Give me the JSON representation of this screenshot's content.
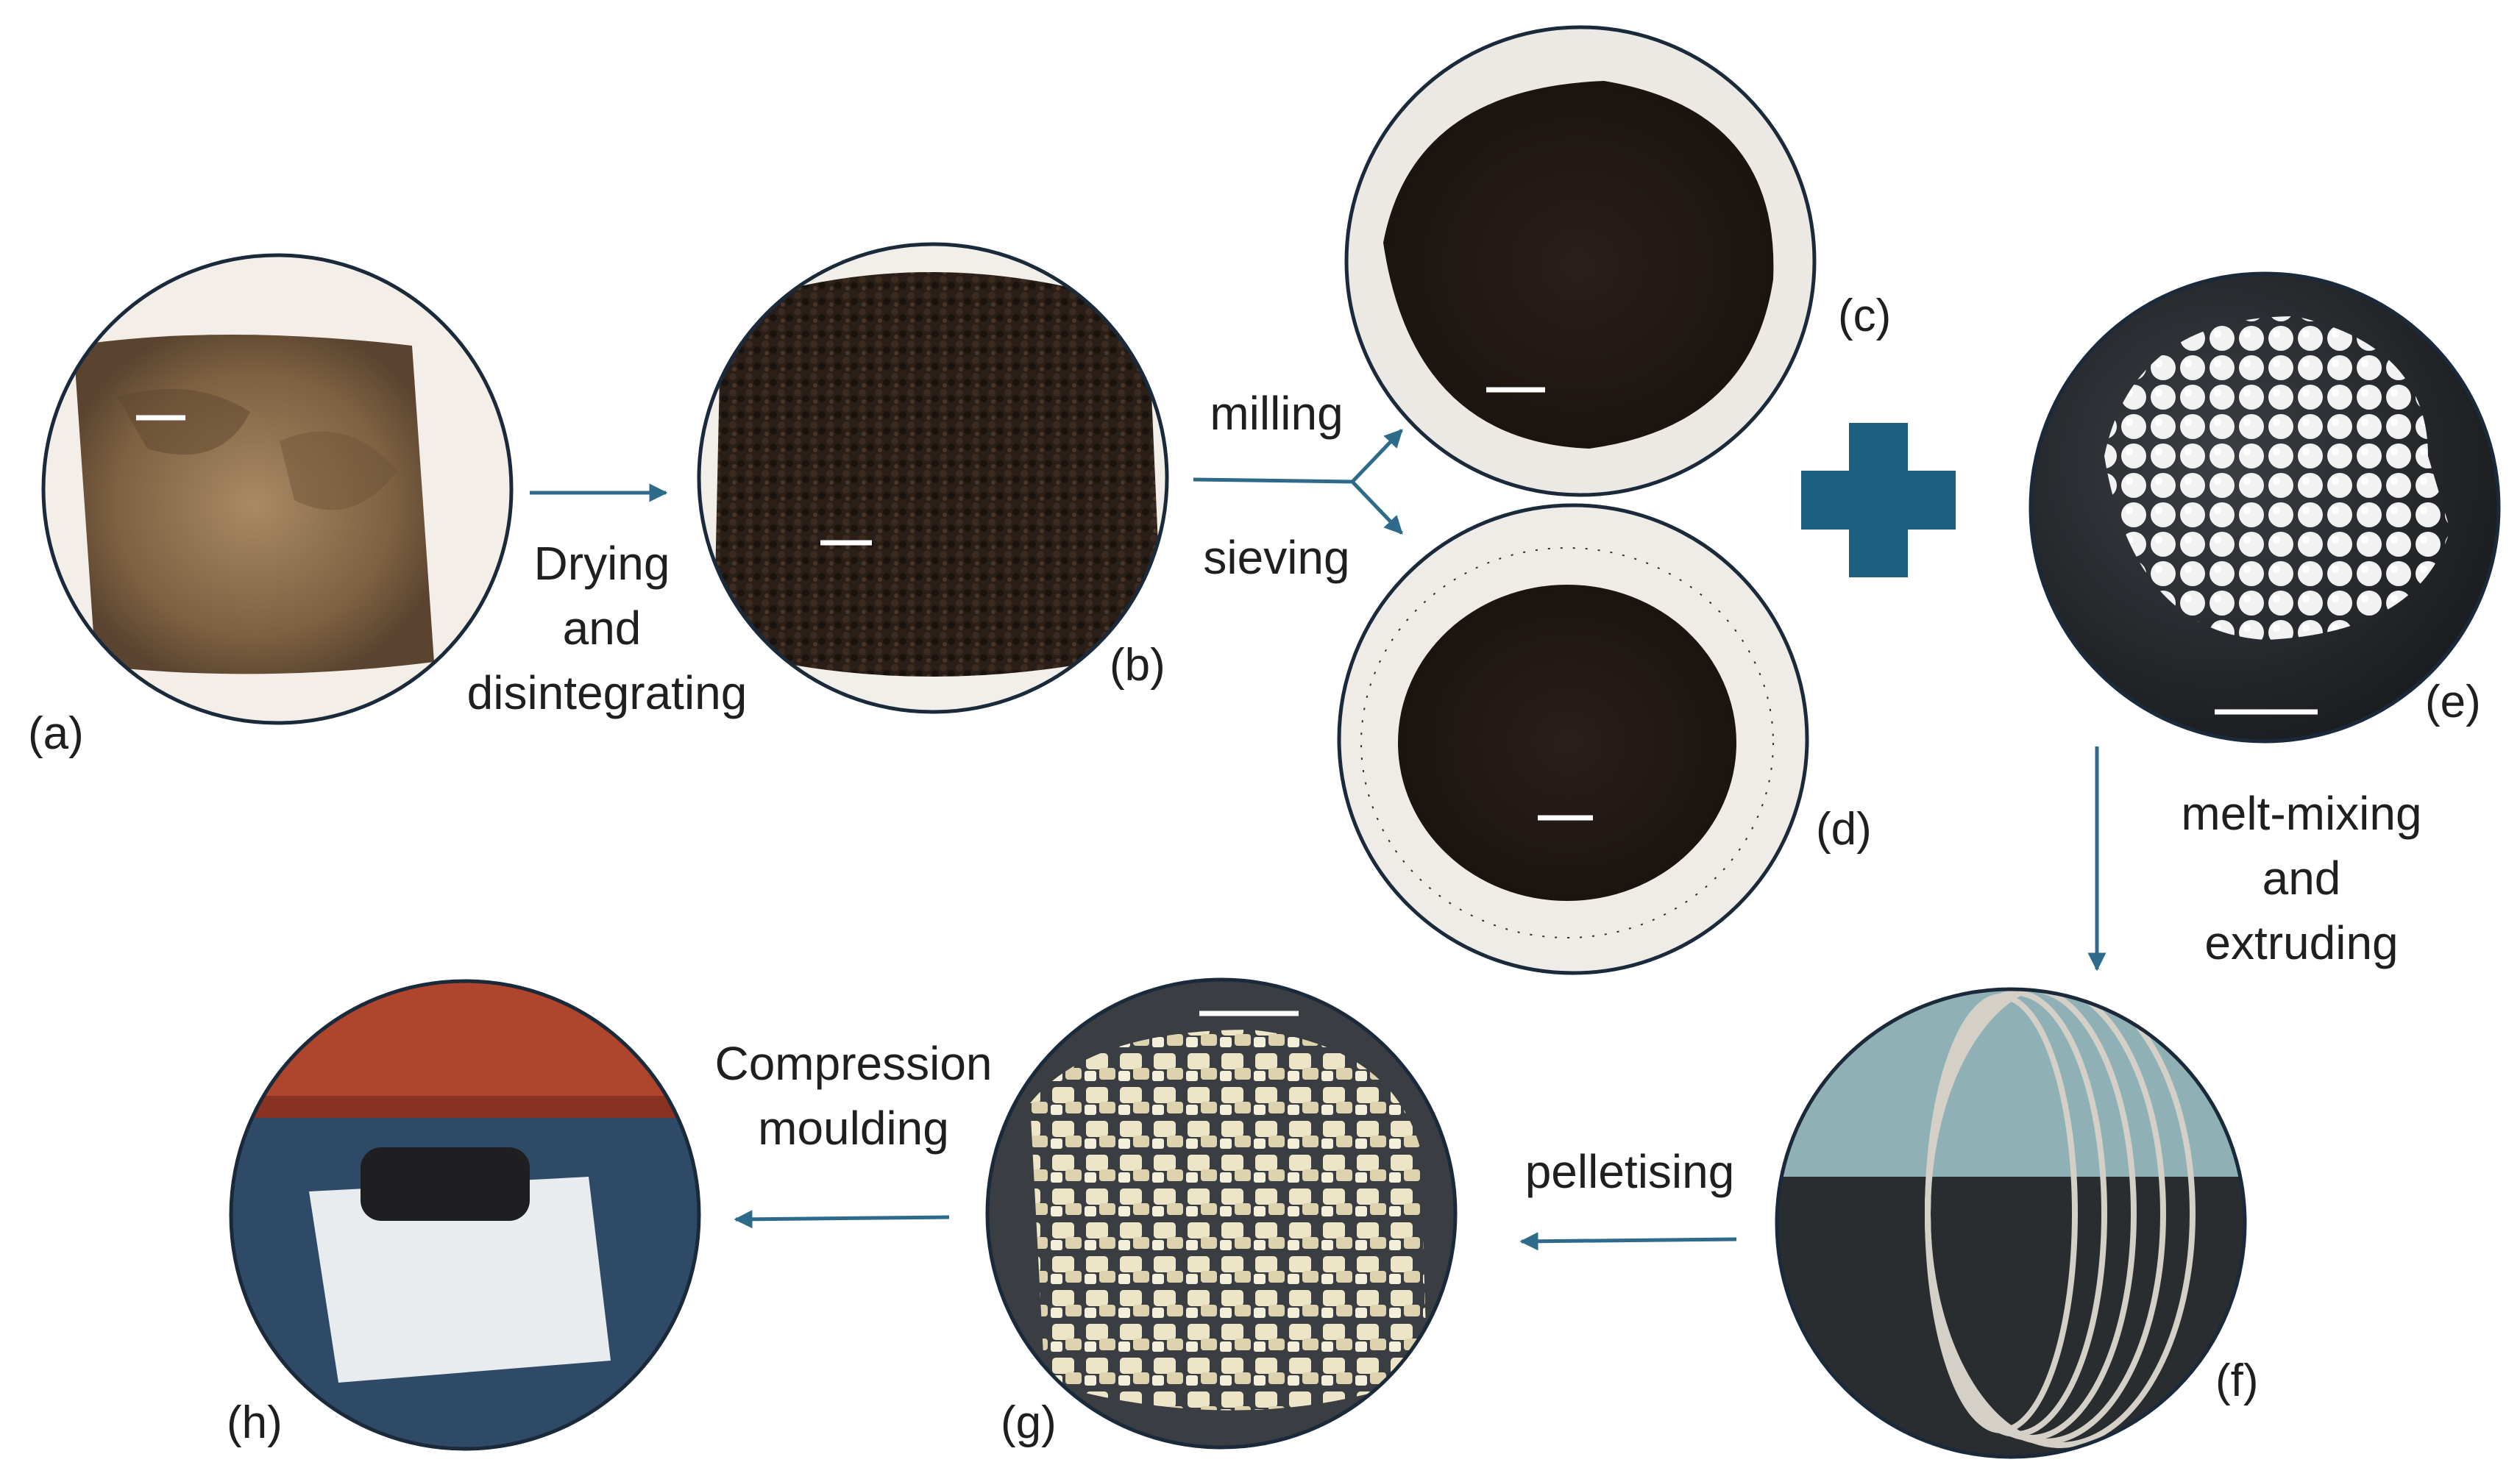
{
  "panels": {
    "a": {
      "label": "(a)"
    },
    "b": {
      "label": "(b)"
    },
    "c": {
      "label": "(c)"
    },
    "d": {
      "label": "(d)"
    },
    "e": {
      "label": "(e)"
    },
    "f": {
      "label": "(f)"
    },
    "g": {
      "label": "(g)"
    },
    "h": {
      "label": "(h)"
    }
  },
  "steps": {
    "drying": [
      "Drying",
      "and",
      "disintegrating"
    ],
    "milling": "milling",
    "sieving": "sieving",
    "melt_mixing": [
      "melt-mixing",
      "and",
      "extruding"
    ],
    "pelletising": "pelletising",
    "compression": [
      "Compression",
      "moulding"
    ]
  },
  "colors": {
    "arrow": "#2e6a8a",
    "plus": "#1c5f80",
    "circle_border": "#1b2a3a"
  }
}
